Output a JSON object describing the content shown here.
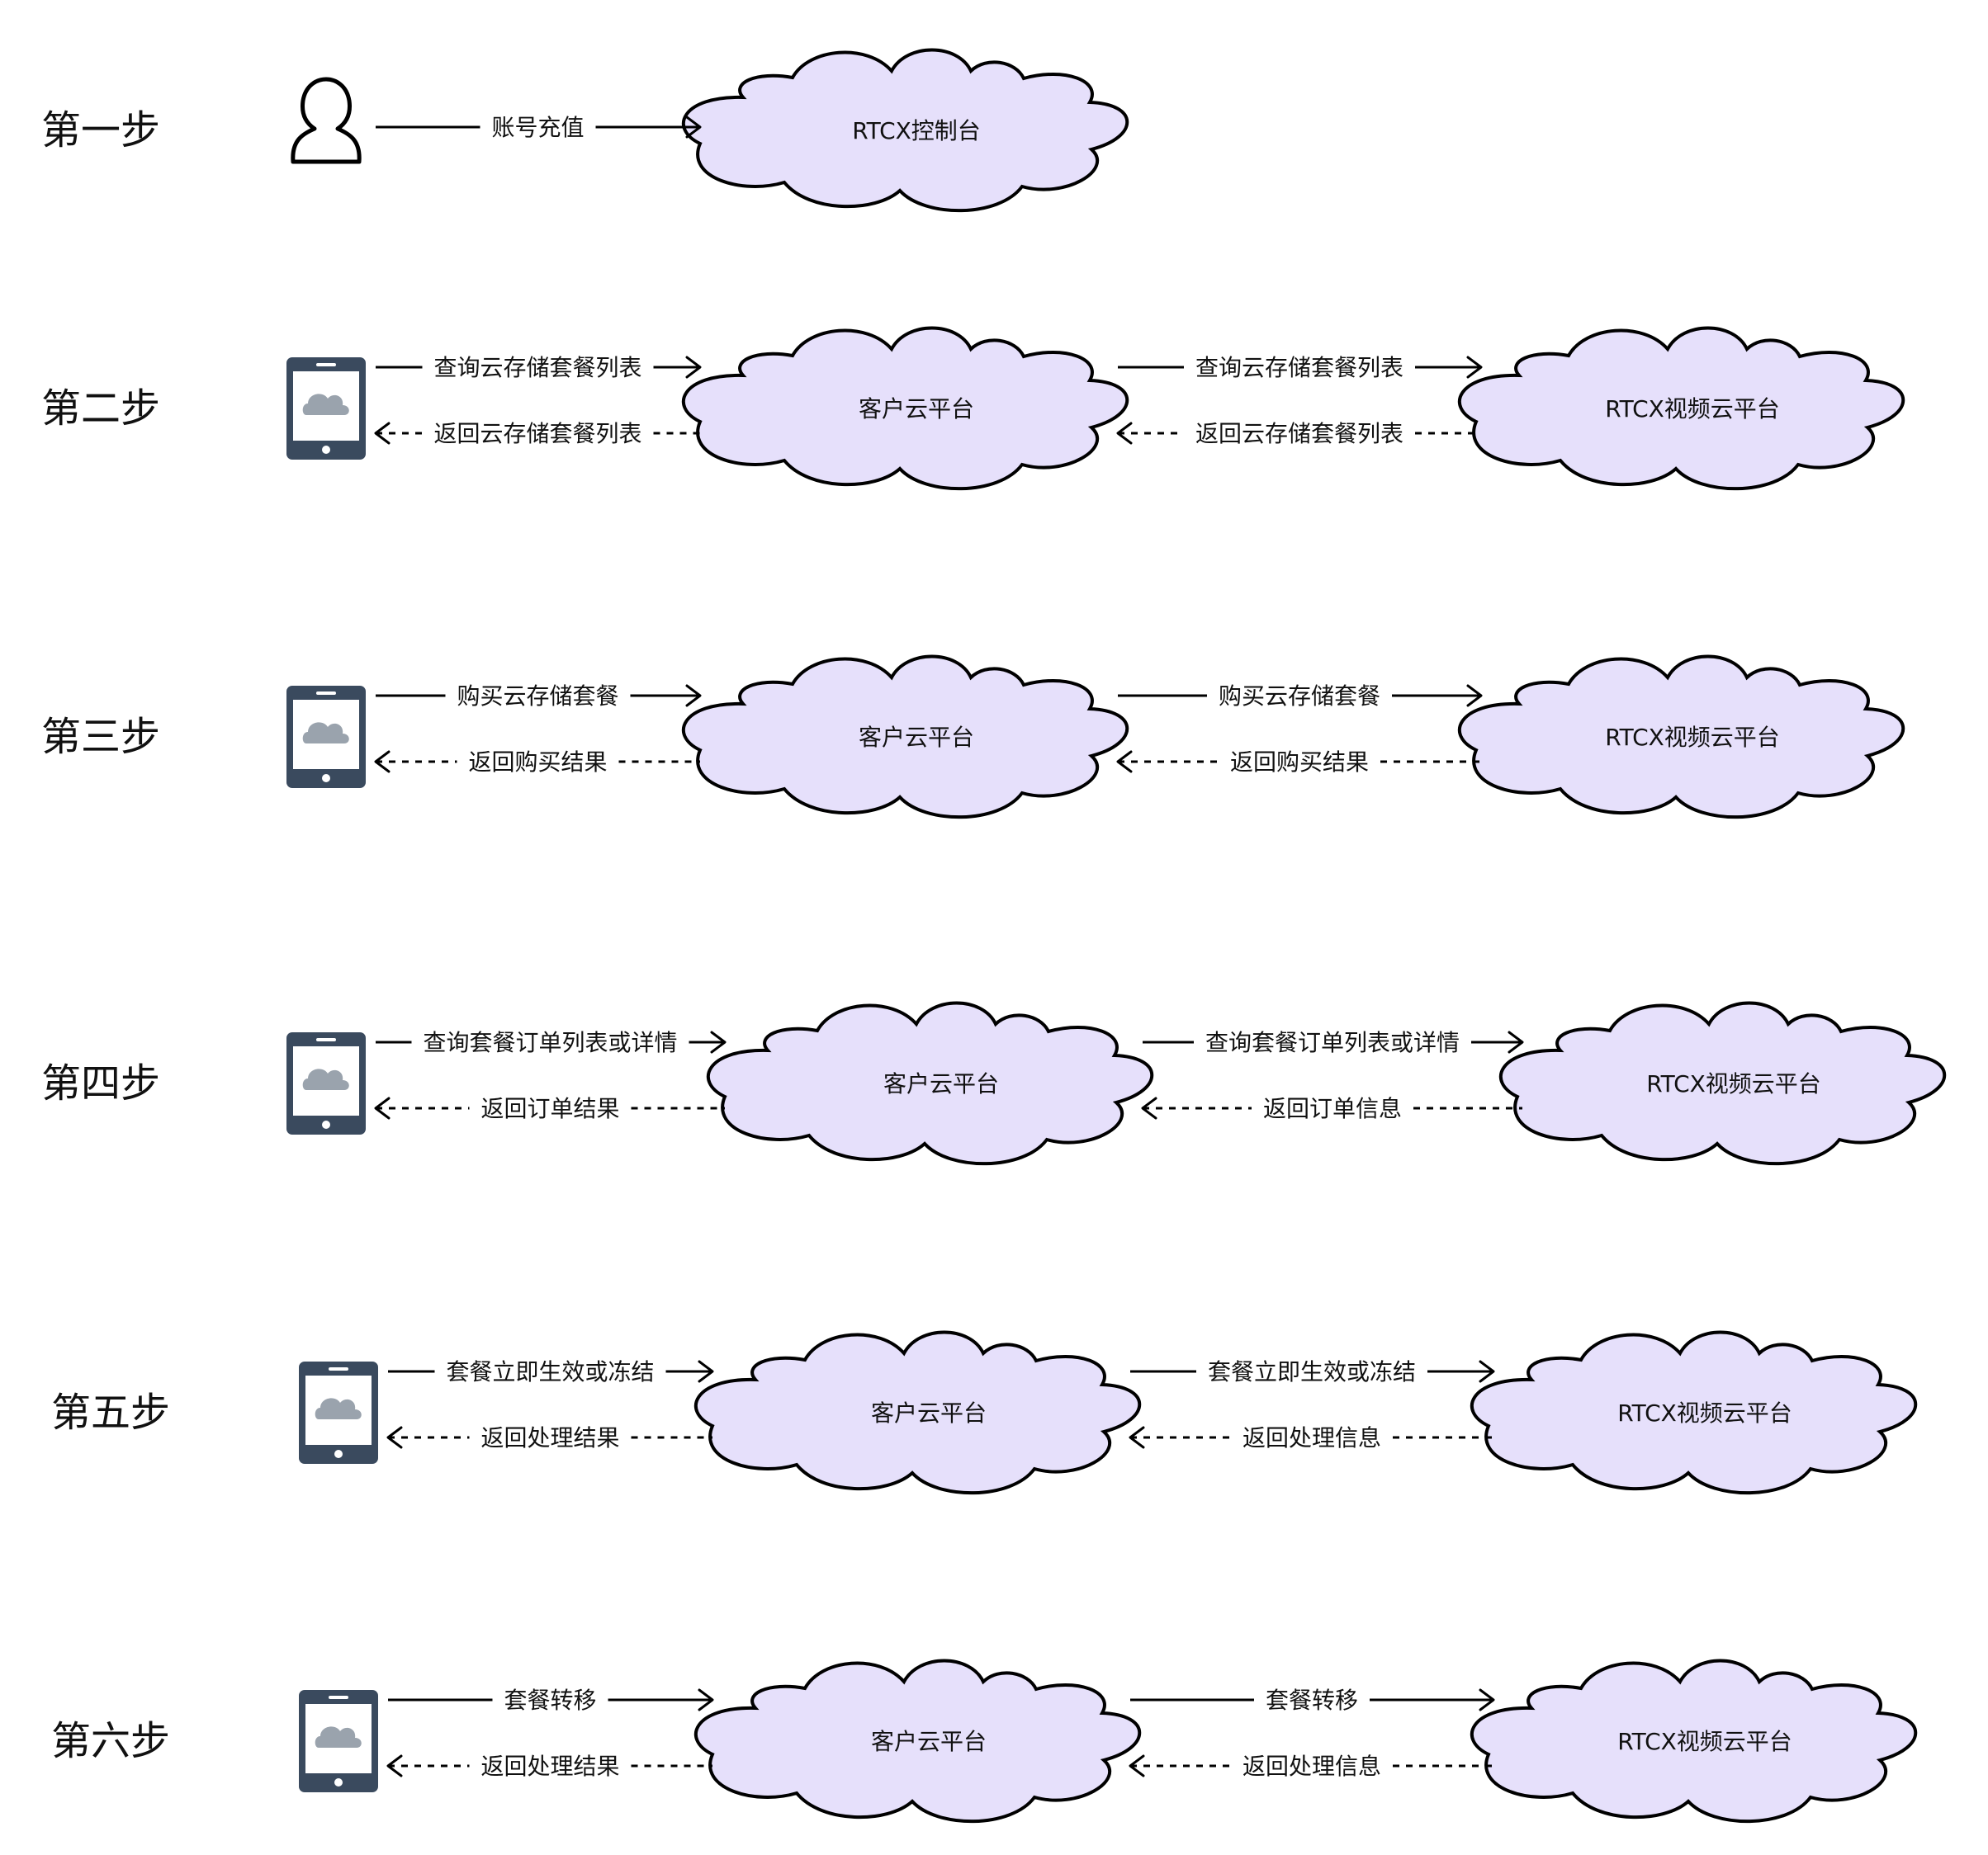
{
  "nodes": {
    "console": "RTCX控制台",
    "customer_platform": "客户云平台",
    "video_platform": "RTCX视频云平台"
  },
  "steps": [
    {
      "label": "第一步",
      "actor": "user-icon",
      "arrows": [
        {
          "text": "账号充值",
          "style": "solid",
          "direction": "right",
          "segment": "actor-to-mid"
        }
      ],
      "clouds": [
        "console"
      ]
    },
    {
      "label": "第二步",
      "actor": "phone-icon",
      "arrows": [
        {
          "text": "查询云存储套餐列表",
          "style": "solid",
          "direction": "right",
          "segment": "actor-to-mid"
        },
        {
          "text": "返回云存储套餐列表",
          "style": "dashed",
          "direction": "left",
          "segment": "actor-to-mid"
        },
        {
          "text": "查询云存储套餐列表",
          "style": "solid",
          "direction": "right",
          "segment": "mid-to-right"
        },
        {
          "text": "返回云存储套餐列表",
          "style": "dashed",
          "direction": "left",
          "segment": "mid-to-right"
        }
      ],
      "clouds": [
        "customer_platform",
        "video_platform"
      ]
    },
    {
      "label": "第三步",
      "actor": "phone-icon",
      "arrows": [
        {
          "text": "购买云存储套餐",
          "style": "solid",
          "direction": "right",
          "segment": "actor-to-mid"
        },
        {
          "text": "返回购买结果",
          "style": "dashed",
          "direction": "left",
          "segment": "actor-to-mid"
        },
        {
          "text": "购买云存储套餐",
          "style": "solid",
          "direction": "right",
          "segment": "mid-to-right"
        },
        {
          "text": "返回购买结果",
          "style": "dashed",
          "direction": "left",
          "segment": "mid-to-right"
        }
      ],
      "clouds": [
        "customer_platform",
        "video_platform"
      ]
    },
    {
      "label": "第四步",
      "actor": "phone-icon",
      "arrows": [
        {
          "text": "查询套餐订单列表或详情",
          "style": "solid",
          "direction": "right",
          "segment": "actor-to-mid"
        },
        {
          "text": "返回订单结果",
          "style": "dashed",
          "direction": "left",
          "segment": "actor-to-mid"
        },
        {
          "text": "查询套餐订单列表或详情",
          "style": "solid",
          "direction": "right",
          "segment": "mid-to-right"
        },
        {
          "text": "返回订单信息",
          "style": "dashed",
          "direction": "left",
          "segment": "mid-to-right"
        }
      ],
      "clouds": [
        "customer_platform",
        "video_platform"
      ]
    },
    {
      "label": "第五步",
      "actor": "phone-icon",
      "arrows": [
        {
          "text": "套餐立即生效或冻结",
          "style": "solid",
          "direction": "right",
          "segment": "actor-to-mid"
        },
        {
          "text": "返回处理结果",
          "style": "dashed",
          "direction": "left",
          "segment": "actor-to-mid"
        },
        {
          "text": "套餐立即生效或冻结",
          "style": "solid",
          "direction": "right",
          "segment": "mid-to-right"
        },
        {
          "text": "返回处理信息",
          "style": "dashed",
          "direction": "left",
          "segment": "mid-to-right"
        }
      ],
      "clouds": [
        "customer_platform",
        "video_platform"
      ]
    },
    {
      "label": "第六步",
      "actor": "phone-icon",
      "arrows": [
        {
          "text": "套餐转移",
          "style": "solid",
          "direction": "right",
          "segment": "actor-to-mid"
        },
        {
          "text": "返回处理结果",
          "style": "dashed",
          "direction": "left",
          "segment": "actor-to-mid"
        },
        {
          "text": "套餐转移",
          "style": "solid",
          "direction": "right",
          "segment": "mid-to-right"
        },
        {
          "text": "返回处理信息",
          "style": "dashed",
          "direction": "left",
          "segment": "mid-to-right"
        }
      ],
      "clouds": [
        "customer_platform",
        "video_platform"
      ]
    }
  ],
  "colors": {
    "cloud_fill": "#e6e0fb",
    "cloud_stroke": "#000000",
    "phone_body": "#3a4a5e",
    "phone_screen": "#ffffff",
    "phone_cloud": "#9aa3ad"
  }
}
